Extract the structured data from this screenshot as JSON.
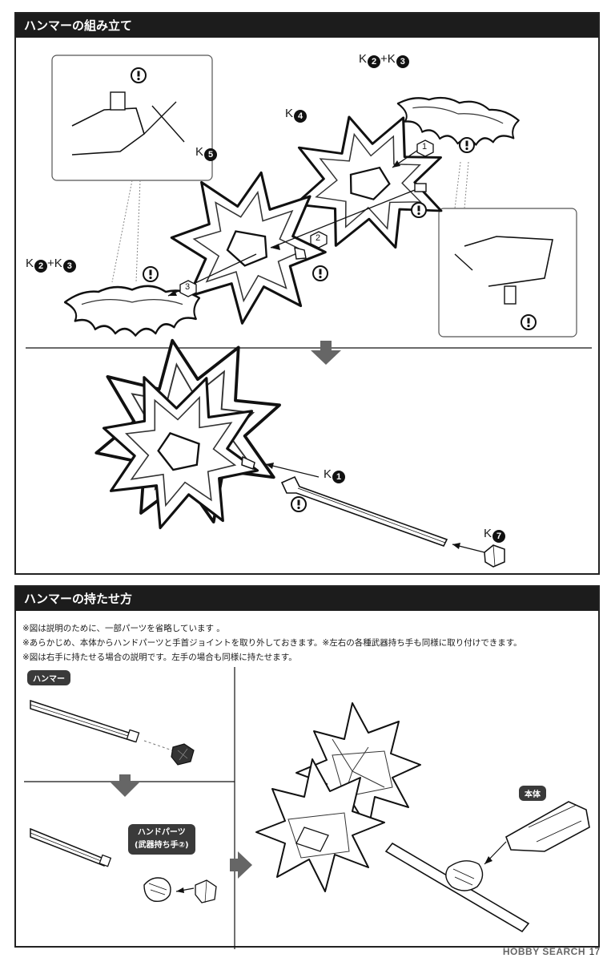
{
  "section1": {
    "title": "ハンマーの組み立て",
    "labels": {
      "k2k3_top": [
        "K",
        "2",
        "+K",
        "3"
      ],
      "k4": [
        "K",
        "4"
      ],
      "k5": [
        "K",
        "5"
      ],
      "k2k3_left": [
        "K",
        "2",
        "+K",
        "3"
      ],
      "k1": [
        "K",
        "1"
      ],
      "k7": [
        "K",
        "7"
      ]
    },
    "steps": [
      "1",
      "2",
      "3"
    ],
    "warning_symbol": "!"
  },
  "section2": {
    "title": "ハンマーの持たせ方",
    "notes": [
      "※図は説明のために、一部パーツを省略しています 。",
      "※あらかじめ、本体からハンドパーツと手首ジョイントを取り外しておきます。※左右の各種武器持ち手も同様に取り付けできます。",
      "※図は右手に持たせる場合の説明です。左手の場合も同様に持たせます。"
    ],
    "tag_hammer": "ハンマー",
    "tag_hand_line1": "ハンドパーツ",
    "tag_hand_line2": "(武器持ち手②)",
    "tag_body": "本体"
  },
  "footer": {
    "watermark": "HOBBY SEARCH",
    "page_number": "17"
  },
  "icons": [
    "warning-icon",
    "down-arrow-icon",
    "right-arrow-icon",
    "hammer-head-icon",
    "gem-icon",
    "hand-icon"
  ]
}
